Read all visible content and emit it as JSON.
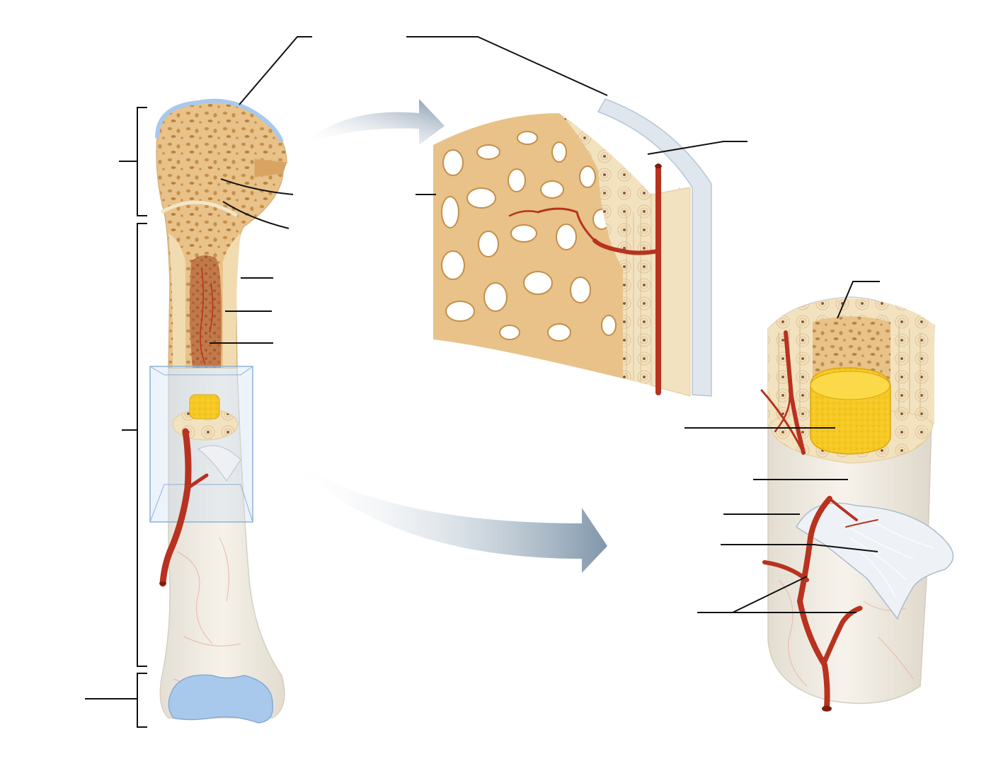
{
  "diagram": {
    "labels_present": false,
    "colors": {
      "spongy_bone": "#e6b877",
      "spongy_bone_dark": "#c58f4b",
      "compact_bone": "#f1dcb2",
      "diaphysis_surface": "#efe9de",
      "periosteum": "#dfe6ee",
      "articular_cartilage": "#a9c9ec",
      "red_marrow": "#b2543a",
      "yellow_marrow": "#f5c51b",
      "blood_vessel": "#b8321f",
      "arrow": "#7f96aa",
      "leader_line": "#111111",
      "magnifier_box": "#c9dcf4"
    },
    "leader_lines": [
      "top-left-cartilage-leader",
      "top-right-periosteum-leader",
      "compact-bone-inset-leader",
      "spongy-bone-inset-leader",
      "epiphysis-spongy-leader",
      "epiphyseal-line-leader",
      "shaft-leader-1",
      "shaft-leader-2",
      "shaft-leader-3",
      "cavity-leader-right",
      "yellow-marrow-leader",
      "compact-bone-right-leader",
      "periosteum-right-leader",
      "sharpey-fibers-leader",
      "arteries-leader"
    ],
    "brackets": [
      "proximal-epiphysis-bracket",
      "diaphysis-bracket",
      "distal-epiphysis-bracket"
    ]
  }
}
